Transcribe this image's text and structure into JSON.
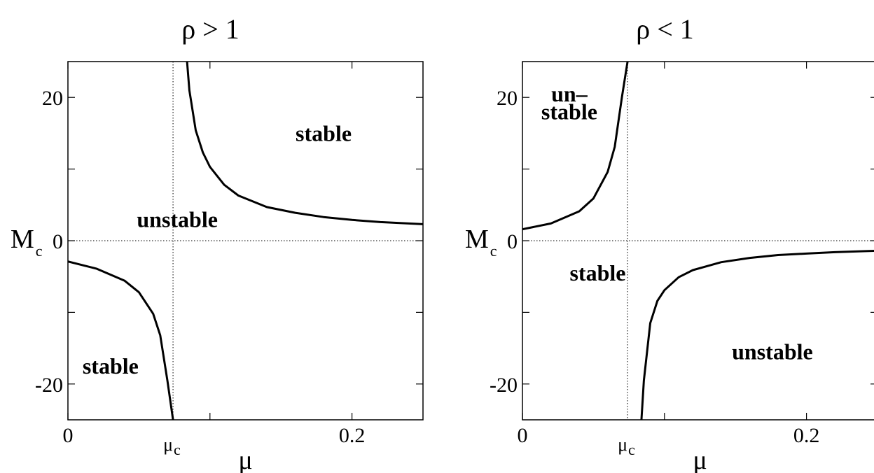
{
  "chart_data": [
    {
      "type": "line",
      "title": "ρ > 1",
      "xlabel": "μ",
      "ylabel": "M",
      "ylabel_sub": "c",
      "xlim": [
        0,
        0.25
      ],
      "ylim": [
        -25,
        25
      ],
      "x_ticks": [
        {
          "value": 0,
          "label": "0"
        },
        {
          "value": 0.2,
          "label": "0.2"
        }
      ],
      "y_ticks": [
        {
          "value": -20,
          "label": "-20"
        },
        {
          "value": 20,
          "label": "20"
        }
      ],
      "y_zero_label": "0",
      "mu_c": {
        "value": 0.074,
        "label": "μ",
        "sub": "c"
      },
      "zero_line": true,
      "grid": false,
      "series": [
        {
          "x": [
            0,
            0.02,
            0.04,
            0.05,
            0.06,
            0.065,
            0.07,
            0.074,
            0.076,
            0.0783
          ],
          "y": [
            -2.9,
            -3.9,
            -5.6,
            -7.2,
            -10.2,
            -13.2,
            -19.5,
            -25,
            -28,
            -30
          ]
        },
        {
          "x": [
            0.0818,
            0.0835,
            0.0855,
            0.09,
            0.095,
            0.1,
            0.11,
            0.12,
            0.14,
            0.16,
            0.18,
            0.2,
            0.22,
            0.25
          ],
          "y": [
            32,
            26,
            21,
            15.4,
            12.3,
            10.3,
            7.8,
            6.3,
            4.7,
            3.9,
            3.3,
            2.9,
            2.6,
            2.3
          ]
        }
      ],
      "regions": [
        {
          "label": "stable",
          "x": 0.18,
          "y": 15
        },
        {
          "label": "unstable",
          "x": 0.077,
          "y": 3
        },
        {
          "label": "stable",
          "x": 0.03,
          "y": -17.5
        }
      ]
    },
    {
      "type": "line",
      "title": "ρ < 1",
      "xlabel": "μ",
      "ylabel": "M",
      "ylabel_sub": "c",
      "xlim": [
        0,
        0.25
      ],
      "ylim": [
        -25,
        25
      ],
      "x_ticks": [
        {
          "value": 0,
          "label": "0"
        },
        {
          "value": 0.2,
          "label": "0.2"
        }
      ],
      "y_ticks": [
        {
          "value": -20,
          "label": "-20"
        },
        {
          "value": 20,
          "label": "20"
        }
      ],
      "y_zero_label": "0",
      "mu_c": {
        "value": 0.074,
        "label": "μ",
        "sub": "c"
      },
      "zero_line": true,
      "grid": false,
      "series": [
        {
          "x": [
            0,
            0.02,
            0.04,
            0.05,
            0.06,
            0.065,
            0.07,
            0.074,
            0.076,
            0.0783
          ],
          "y": [
            1.6,
            2.4,
            4.1,
            5.9,
            9.6,
            13.1,
            20.0,
            25,
            28,
            30
          ]
        },
        {
          "x": [
            0.0818,
            0.0835,
            0.0855,
            0.09,
            0.095,
            0.1,
            0.11,
            0.12,
            0.14,
            0.16,
            0.18,
            0.2,
            0.22,
            0.25
          ],
          "y": [
            -32,
            -26,
            -19.5,
            -11.5,
            -8.4,
            -6.9,
            -5.1,
            -4.1,
            -3.0,
            -2.4,
            -2.0,
            -1.8,
            -1.6,
            -1.4
          ]
        }
      ],
      "regions": [
        {
          "label": "un–",
          "x": 0.033,
          "y": 20.5
        },
        {
          "label": "stable",
          "x": 0.033,
          "y": 18
        },
        {
          "label": "stable",
          "x": 0.053,
          "y": -4.5
        },
        {
          "label": "unstable",
          "x": 0.176,
          "y": -15.5
        }
      ]
    }
  ]
}
